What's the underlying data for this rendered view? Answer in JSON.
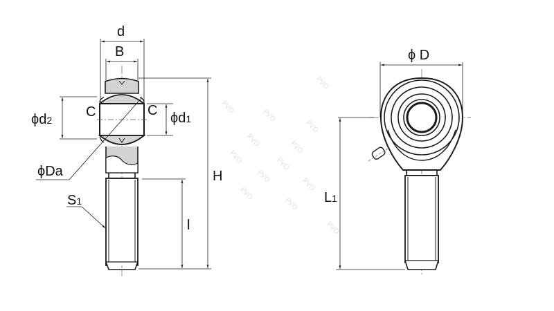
{
  "drawing": {
    "title": "Rod end bearing dimension drawing",
    "left_view": {
      "labels": {
        "d": "d",
        "B": "B",
        "C_left": "C",
        "C_right": "C",
        "phi_d2": "ϕd",
        "phi_d2_sub": "2",
        "phi_d1": "ϕd",
        "phi_d1_sub": "1",
        "phi_Da": "ϕDa",
        "S1": "S",
        "S1_sub": "1",
        "H": "H",
        "l": "l"
      }
    },
    "right_view": {
      "labels": {
        "phi_D": "ϕ D",
        "L1": "L",
        "L1_sub": "1"
      }
    },
    "watermark": "PVO",
    "colors": {
      "line": "#1a1a1a",
      "fill_gray": "#d4d4d4",
      "background": "#ffffff",
      "watermark": "#e2e2e2"
    }
  }
}
